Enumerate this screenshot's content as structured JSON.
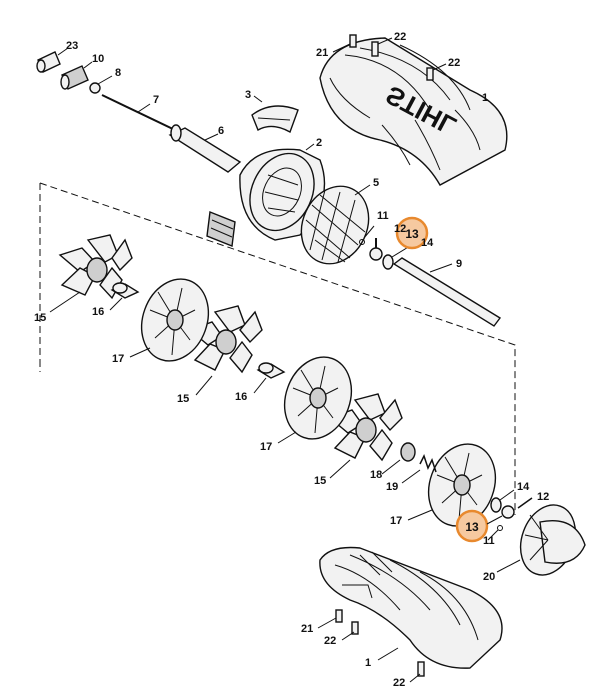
{
  "parts": {
    "n1": "1",
    "n2": "2",
    "n3": "3",
    "n5": "5",
    "n6": "6",
    "n7": "7",
    "n8": "8",
    "n9": "9",
    "n10": "10",
    "n11": "11",
    "n12": "12",
    "n13": "13",
    "n14": "14",
    "n15": "15",
    "n16": "16",
    "n17": "17",
    "n18": "18",
    "n19": "19",
    "n20": "20",
    "n21": "21",
    "n22": "22",
    "n23": "23"
  },
  "logo": "STIHL",
  "highlight_color": "#e8892e",
  "highlighted_part": "13"
}
